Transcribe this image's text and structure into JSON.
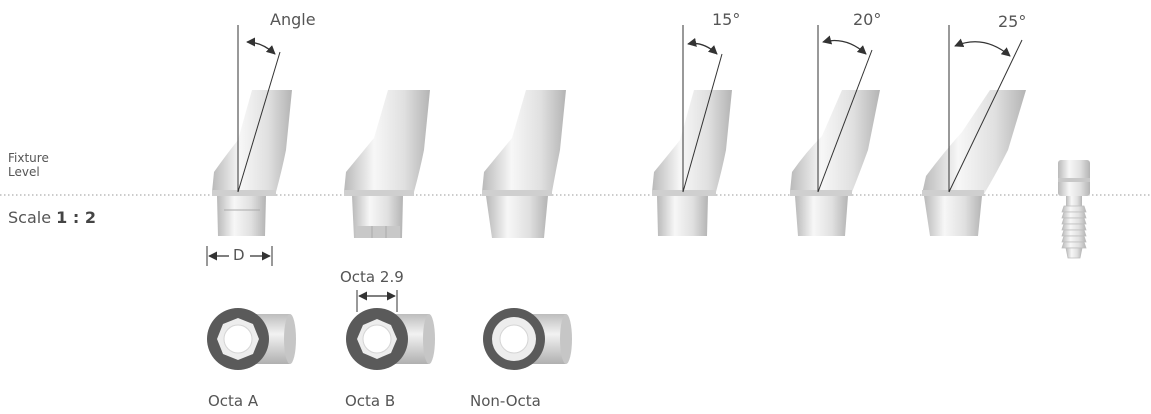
{
  "labels": {
    "fixture_line1": "Fixture",
    "fixture_line2": "Level",
    "scale_prefix": "Scale",
    "scale_value": "1 : 2",
    "angle": "Angle",
    "diameter": "D",
    "octa_size": "Octa 2.9"
  },
  "angle_labels": [
    "15°",
    "20°",
    "25°"
  ],
  "cross_sections": [
    "Octa A",
    "Octa B",
    "Non-Octa"
  ],
  "colors": {
    "metal_light": "#f4f4f4",
    "metal_mid": "#d8d8d8",
    "metal_dark": "#b4b4b4",
    "ring_dark": "#5a5a5a",
    "line": "#333333",
    "dotted": "#9a9a9a",
    "text": "#555555"
  }
}
